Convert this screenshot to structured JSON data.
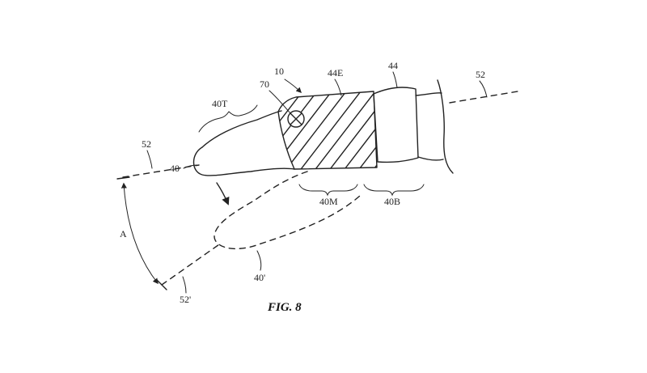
{
  "labels": {
    "ref_10": "10",
    "ref_70": "70",
    "ref_44e": "44E",
    "ref_44": "44",
    "ref_52_right": "52",
    "ref_52_left": "52",
    "ref_40t": "40T",
    "ref_40": "40",
    "ref_40m": "40M",
    "ref_40b": "40B",
    "ref_a": "A",
    "ref_40prime": "40'",
    "ref_52prime": "52'"
  },
  "caption": "FIG. 8"
}
